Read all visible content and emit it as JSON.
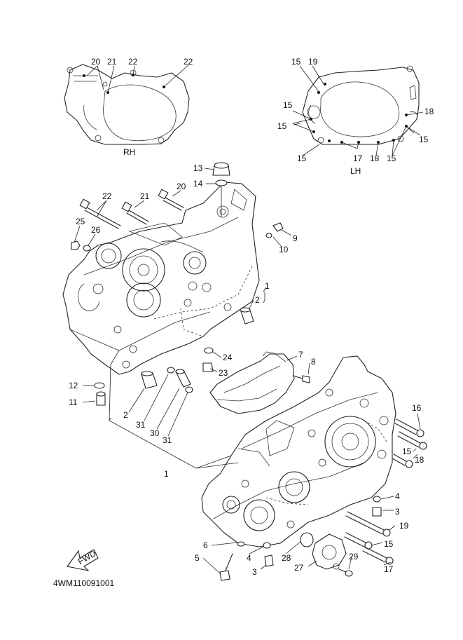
{
  "figure": {
    "code": "4WM110091001",
    "gasket_rh_label": "RH",
    "gasket_lh_label": "LH",
    "fwd_label": "FWD"
  },
  "callouts": [
    {
      "id": "c-rh-20",
      "text": "20"
    },
    {
      "id": "c-rh-21",
      "text": "21"
    },
    {
      "id": "c-rh-22a",
      "text": "22"
    },
    {
      "id": "c-rh-22b",
      "text": "22"
    },
    {
      "id": "c-lh-15a",
      "text": "15"
    },
    {
      "id": "c-lh-19",
      "text": "19"
    },
    {
      "id": "c-lh-15b",
      "text": "15"
    },
    {
      "id": "c-lh-18a",
      "text": "18"
    },
    {
      "id": "c-lh-15c",
      "text": "15"
    },
    {
      "id": "c-lh-15d",
      "text": "15"
    },
    {
      "id": "c-lh-17",
      "text": "17"
    },
    {
      "id": "c-lh-18b",
      "text": "18"
    },
    {
      "id": "c-lh-15e",
      "text": "15"
    },
    {
      "id": "c-13",
      "text": "13"
    },
    {
      "id": "c-14",
      "text": "14"
    },
    {
      "id": "c-22",
      "text": "22"
    },
    {
      "id": "c-21",
      "text": "21"
    },
    {
      "id": "c-20",
      "text": "20"
    },
    {
      "id": "c-25",
      "text": "25"
    },
    {
      "id": "c-26",
      "text": "26"
    },
    {
      "id": "c-9",
      "text": "9"
    },
    {
      "id": "c-10",
      "text": "10"
    },
    {
      "id": "c-1a",
      "text": "1"
    },
    {
      "id": "c-2a",
      "text": "2"
    },
    {
      "id": "c-7",
      "text": "7"
    },
    {
      "id": "c-24",
      "text": "24"
    },
    {
      "id": "c-8",
      "text": "8"
    },
    {
      "id": "c-23",
      "text": "23"
    },
    {
      "id": "c-12",
      "text": "12"
    },
    {
      "id": "c-11",
      "text": "11"
    },
    {
      "id": "c-2b",
      "text": "2"
    },
    {
      "id": "c-31a",
      "text": "31"
    },
    {
      "id": "c-30",
      "text": "30"
    },
    {
      "id": "c-31b",
      "text": "31"
    },
    {
      "id": "c-1b",
      "text": "1"
    },
    {
      "id": "c-16",
      "text": "16"
    },
    {
      "id": "c-15a",
      "text": "15"
    },
    {
      "id": "c-18",
      "text": "18"
    },
    {
      "id": "c-4a",
      "text": "4"
    },
    {
      "id": "c-3a",
      "text": "3"
    },
    {
      "id": "c-19",
      "text": "19"
    },
    {
      "id": "c-15b",
      "text": "15"
    },
    {
      "id": "c-6",
      "text": "6"
    },
    {
      "id": "c-5",
      "text": "5"
    },
    {
      "id": "c-4b",
      "text": "4"
    },
    {
      "id": "c-28",
      "text": "28"
    },
    {
      "id": "c-29",
      "text": "29"
    },
    {
      "id": "c-27",
      "text": "27"
    },
    {
      "id": "c-3b",
      "text": "3"
    },
    {
      "id": "c-17",
      "text": "17"
    }
  ]
}
